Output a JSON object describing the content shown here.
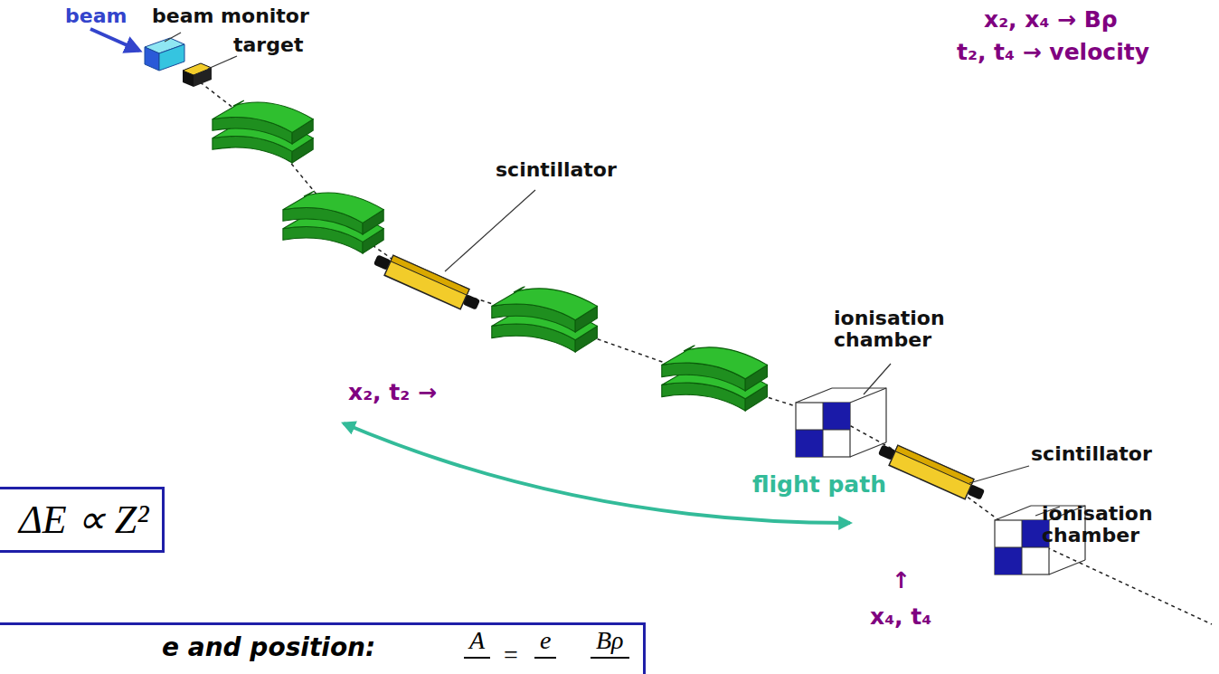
{
  "diagram": {
    "nodes": [
      {
        "text": [
          "ΔE ∝ Z²"
        ]
      },
      {
        "text": [
          "e and position:",
          "A",
          "=",
          "e",
          "Bρ"
        ]
      }
    ],
    "labels": [
      "beam",
      "beam monitor",
      "target",
      "scintillator",
      "x₂, x₄ → Bρ",
      "t₂, t₄ → velocity",
      "ionisation chamber",
      "scintillator",
      "ionisation chamber",
      "x₂, t₂ →",
      "flight path",
      "↑",
      "x₄, t₄"
    ]
  }
}
